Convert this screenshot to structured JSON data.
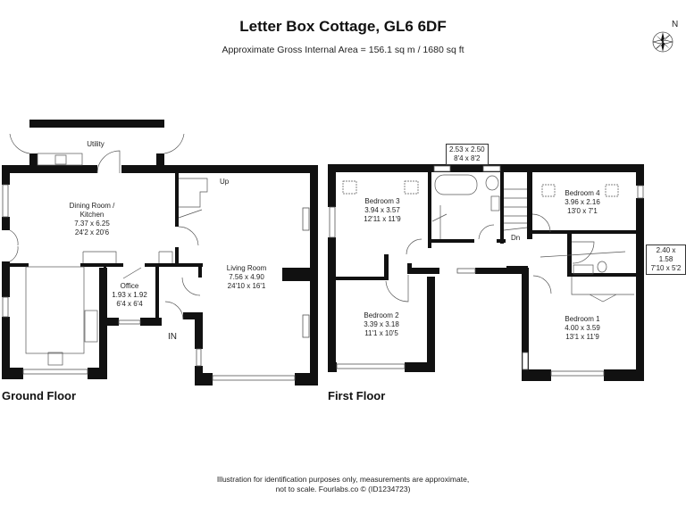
{
  "header": {
    "title": "Letter Box Cottage, GL6 6DF",
    "subtitle": "Approximate Gross Internal Area = 156.1 sq m / 1680 sq ft"
  },
  "compass": {
    "icon": "compass-north-icon",
    "label": "N"
  },
  "ground_floor": {
    "label": "Ground Floor",
    "rooms": [
      {
        "name": "Utility"
      },
      {
        "name": "Dining Room /",
        "name2": "Kitchen",
        "metric": "7.37 x 6.25",
        "imperial": "24'2 x 20'6"
      },
      {
        "name": "Office",
        "metric": "1.93 x 1.92",
        "imperial": "6'4 x 6'4"
      },
      {
        "name": "Living Room",
        "metric": "7.56 x 4.90",
        "imperial": "24'10 x 16'1"
      }
    ],
    "stairs_label": "Up",
    "entrance_label": "IN"
  },
  "first_floor": {
    "label": "First Floor",
    "rooms": [
      {
        "name": "Bedroom 3",
        "metric": "3.94 x 3.57",
        "imperial": "12'11 x 11'9"
      },
      {
        "name": "Bedroom 4",
        "metric": "3.96 x 2.16",
        "imperial": "13'0 x 7'1"
      },
      {
        "name": "Bedroom 2",
        "metric": "3.39 x 3.18",
        "imperial": "11'1 x 10'5"
      },
      {
        "name": "Bedroom 1",
        "metric": "4.00 x 3.59",
        "imperial": "13'1 x 11'9"
      }
    ],
    "bathroom_dims": {
      "metric": "2.53 x 2.50",
      "imperial": "8'4 x 8'2"
    },
    "ensuite_dims": {
      "metric": "2.40 x 1.58",
      "imperial": "7'10 x 5'2"
    },
    "stairs_label": "Dn"
  },
  "footer": {
    "line1": "Illustration for identification purposes only, measurements are approximate,",
    "line2": "not to scale. Fourlabs.co © (ID1234723)"
  }
}
